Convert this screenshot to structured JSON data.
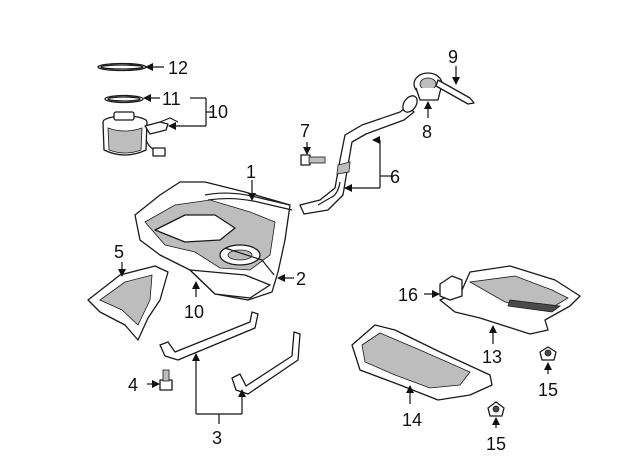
{
  "callouts": {
    "c1": "1",
    "c2": "2",
    "c3": "3",
    "c4": "4",
    "c5": "5",
    "c6": "6",
    "c7": "7",
    "c8": "8",
    "c9": "9",
    "c10_pump": "10",
    "c10_tank": "10",
    "c11": "11",
    "c12": "12",
    "c13": "13",
    "c14": "14",
    "c15_upper": "15",
    "c15_lower": "15",
    "c16": "16"
  },
  "colors": {
    "line": "#1a1a1a",
    "shade": "#bdbdbd",
    "background": "#ffffff"
  }
}
